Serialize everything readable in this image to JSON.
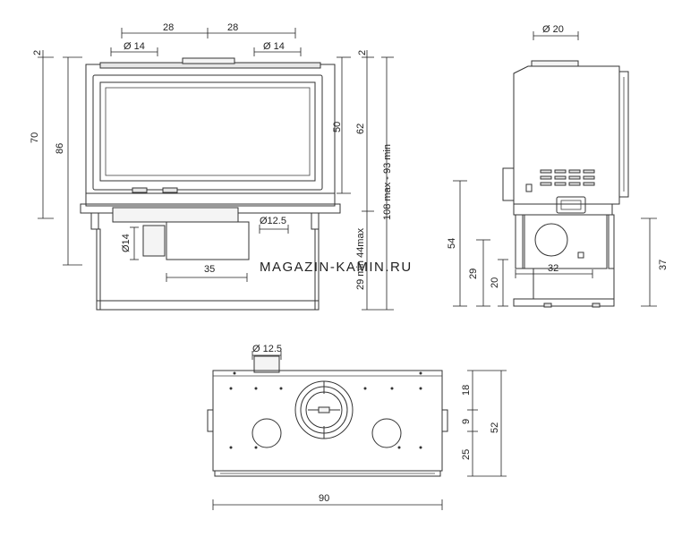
{
  "watermark": "MAGAZIN-KAMIN.RU",
  "front_view": {
    "top_dim_left": "28",
    "top_dim_right": "28",
    "outlet_left": "Ø 14",
    "outlet_right": "Ø 14",
    "dim_2": "2",
    "dim_70": "70",
    "dim_86": "86",
    "dim_50": "50",
    "dim_62": "62",
    "dim_2b": "2",
    "dim_height": "108 max - 93 min",
    "dim_legs": "29 min 44max",
    "dim_12_5": "Ø12.5",
    "dim_14": "Ø14",
    "dim_35": "35"
  },
  "side_view": {
    "dim_flue": "Ø 20",
    "dim_54": "54",
    "dim_29": "29",
    "dim_20": "20",
    "dim_32": "32",
    "dim_37": "37"
  },
  "top_view": {
    "dim_12_5": "Ø 12.5",
    "dim_18": "18",
    "dim_9": "9",
    "dim_25": "25",
    "dim_52": "52",
    "dim_90": "90"
  }
}
